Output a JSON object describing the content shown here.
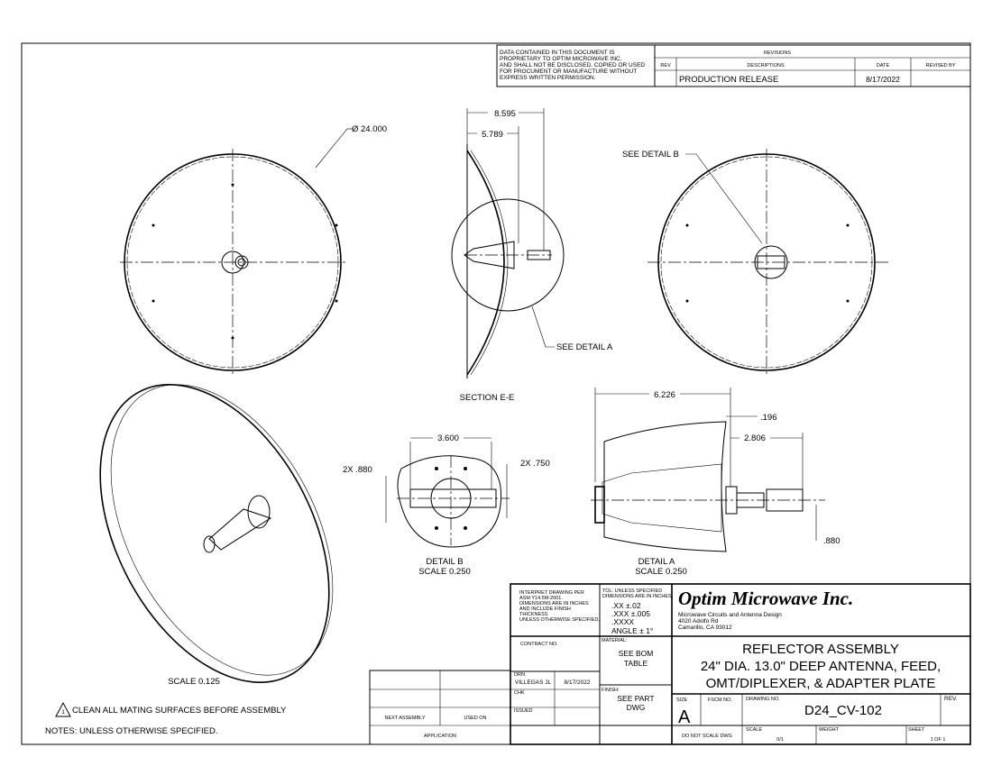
{
  "proprietary_notice": [
    "DATA CONTAINED IN THIS DOCUMENT IS",
    "PROPRIETARY TO OPTIM MICROWAVE INC.",
    "AND SHALL NOT BE DISCLOSED, COPIED OR USED",
    "FOR PROCUMENT OR MANUFACTURE WITHOUT",
    "EXPRESS WRITTEN PERMISSION."
  ],
  "revisions": {
    "title": "REVISIONS",
    "headers": {
      "rev": "REV",
      "desc": "DESCRIPTIONS",
      "date": "DATE",
      "by": "REVISED BY"
    },
    "rows": [
      {
        "rev": "",
        "desc": "PRODUCTION RELEASE",
        "date": "8/17/2022",
        "by": ""
      }
    ]
  },
  "views": {
    "diameter": "Ø 24.000",
    "dim_8595": "8.595",
    "dim_5789": "5.789",
    "see_detail_b": "SEE DETAIL  B",
    "see_detail_a": "SEE DETAIL  A",
    "section": "SECTION  E-E",
    "dim_6226": "6.226",
    "dim_196": ".196",
    "dim_2806": "2.806",
    "dim_880": ".880",
    "dim_3600": "3.600",
    "dim_2x880": "2X .880",
    "dim_2x750": "2X .750",
    "detail_b": "DETAIL  B",
    "detail_b_scale": "SCALE   0.250",
    "detail_a": "DETAIL  A",
    "detail_a_scale": "SCALE   0.250",
    "iso_scale": "SCALE  0.125"
  },
  "notes": {
    "header": "NOTES: UNLESS OTHERWISE SPECIFIED.",
    "items": [
      {
        "num": "1",
        "text": "CLEAN ALL MATING SURFACES BEFORE ASSEMBLY"
      }
    ]
  },
  "title_block": {
    "interpret": [
      "INTERPRET DRAWING PER",
      "ASM Y14.5M-2001.",
      "DIMENSIONS ARE IN INCHES",
      "AND INCLUDE FINISH",
      "THICKNESS",
      "UNLESS OTHERWISE SPECIFIED."
    ],
    "tol": [
      "TOL: UNLESS SPECIFIED",
      "DIMENSIONS ARE IN INCHES."
    ],
    "tol_values": [
      ".XX  ±.02",
      ".XXX  ±.005",
      ".XXXX",
      "ANGLE ± 1°"
    ],
    "company": "Optim Microwave Inc.",
    "company_info": [
      "Microwave Circuits and Antenna Design",
      "4020 Adolfo Rd",
      "Camarillo, CA 93012"
    ],
    "contract_label": "CONTRACT NO.",
    "material_label": "MATERIAL:",
    "material": [
      "SEE BOM",
      "TABLE"
    ],
    "finish_label": "FINISH:",
    "finish": [
      "SEE PART",
      "DWG"
    ],
    "title": [
      "REFLECTOR ASSEMBLY",
      "24\" DIA. 13.0\" DEEP ANTENNA, FEED,",
      "OMT/DIPLEXER,  & ADAPTER PLATE"
    ],
    "drn_label": "DRN",
    "drn_name": "VILLEGAS JL",
    "drn_date": "8/17/2022",
    "chk_label": "CHK",
    "issued_label": "ISSUED",
    "next_assembly": "NEXT ASSEMBLY",
    "used_on": "USED ON",
    "application": "APPLICATION",
    "size_label": "SIZE",
    "size": "A",
    "fscm_label": "FSCM NO.",
    "drawing_no_label": "DRAWING NO.",
    "drawing_no": "D24_CV-102",
    "rev_label": "REV.",
    "do_not_scale": "DO NOT SCALE DWG",
    "scale_label": "SCALE",
    "scale": "0/1",
    "weight_label": "WEIGHT",
    "sheet_label": "SHEET",
    "sheet": "1 OF 1"
  }
}
